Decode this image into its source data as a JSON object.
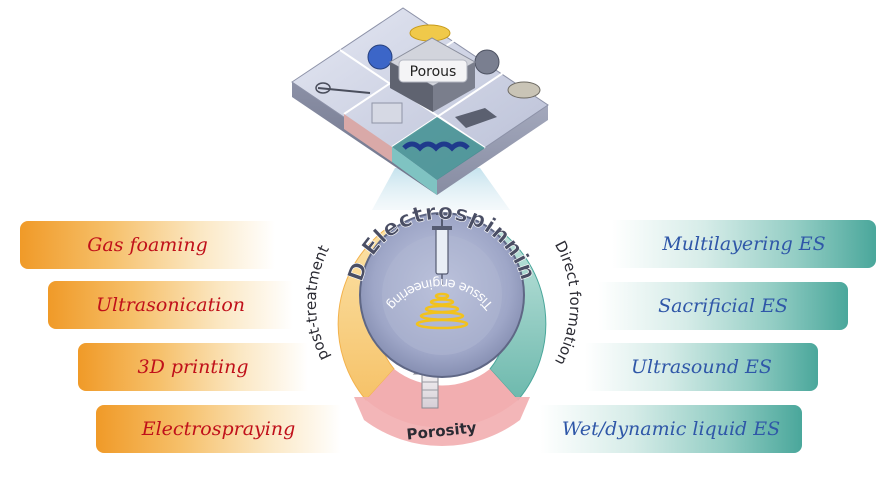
{
  "center": {
    "title": "3D Electrospinning",
    "subtitle": "Tissue engineering"
  },
  "porous_label": "Porous",
  "arcs": {
    "left": "post-treatment",
    "right": "Direct formation",
    "bottom": "Porosity"
  },
  "left_methods": [
    "Gas foaming",
    "Ultrasonication",
    "3D printing",
    "Electrospraying"
  ],
  "right_methods": [
    "Multilayering ES",
    "Sacrificial ES",
    "Ultrasound ES",
    "Wet/dynamic liquid ES"
  ],
  "colors": {
    "left_accent": "#f09a28",
    "left_text": "#c0101a",
    "right_accent": "#4aa79b",
    "right_text": "#2f57a8",
    "porosity_fan": "#f2aeb0",
    "center_disc": "#8f97b9"
  }
}
